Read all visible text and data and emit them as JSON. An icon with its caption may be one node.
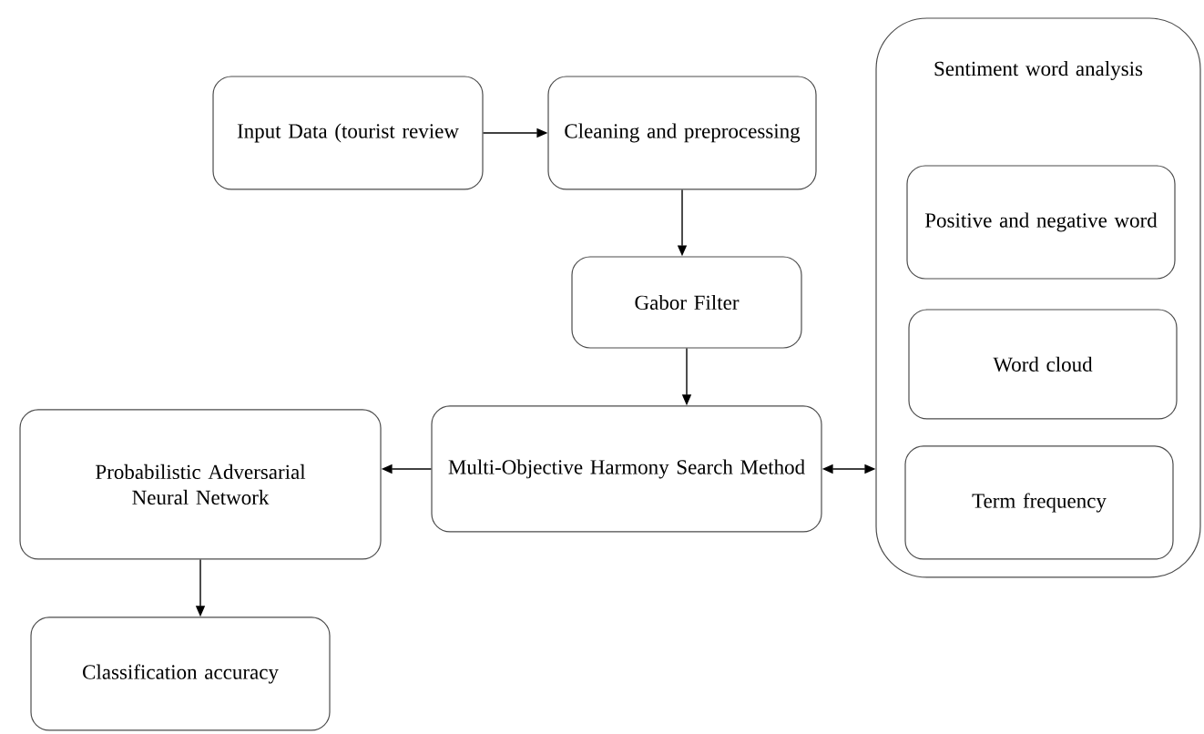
{
  "diagram": {
    "nodes": [
      {
        "text": [
          "Input Data (tourist review"
        ]
      },
      {
        "text": [
          "Cleaning and preprocessing"
        ]
      },
      {
        "text": [
          "Gabor Filter"
        ]
      },
      {
        "text": [
          "Multi-Objective Harmony Search Method"
        ]
      },
      {
        "text": [
          "Probabilistic Adversarial Neural Network"
        ]
      },
      {
        "text": [
          "Classification accuracy"
        ]
      },
      {
        "text": [
          "Sentiment word analysis"
        ]
      },
      {
        "text": [
          "Positive and negative word"
        ],
        "in": 6
      },
      {
        "text": [
          "Word cloud"
        ],
        "in": 6
      },
      {
        "text": [
          "Term frequency"
        ],
        "in": 6
      }
    ],
    "edges": [
      {
        "from": 0,
        "to": 1,
        "arrow": "to"
      },
      {
        "from": 1,
        "to": 2,
        "arrow": "to"
      },
      {
        "from": 2,
        "to": 3,
        "arrow": "to"
      },
      {
        "from": 3,
        "to": 4,
        "arrow": "to"
      },
      {
        "from": 3,
        "to": 6,
        "arrow": "both"
      },
      {
        "from": 4,
        "to": 5,
        "arrow": "to"
      }
    ]
  }
}
